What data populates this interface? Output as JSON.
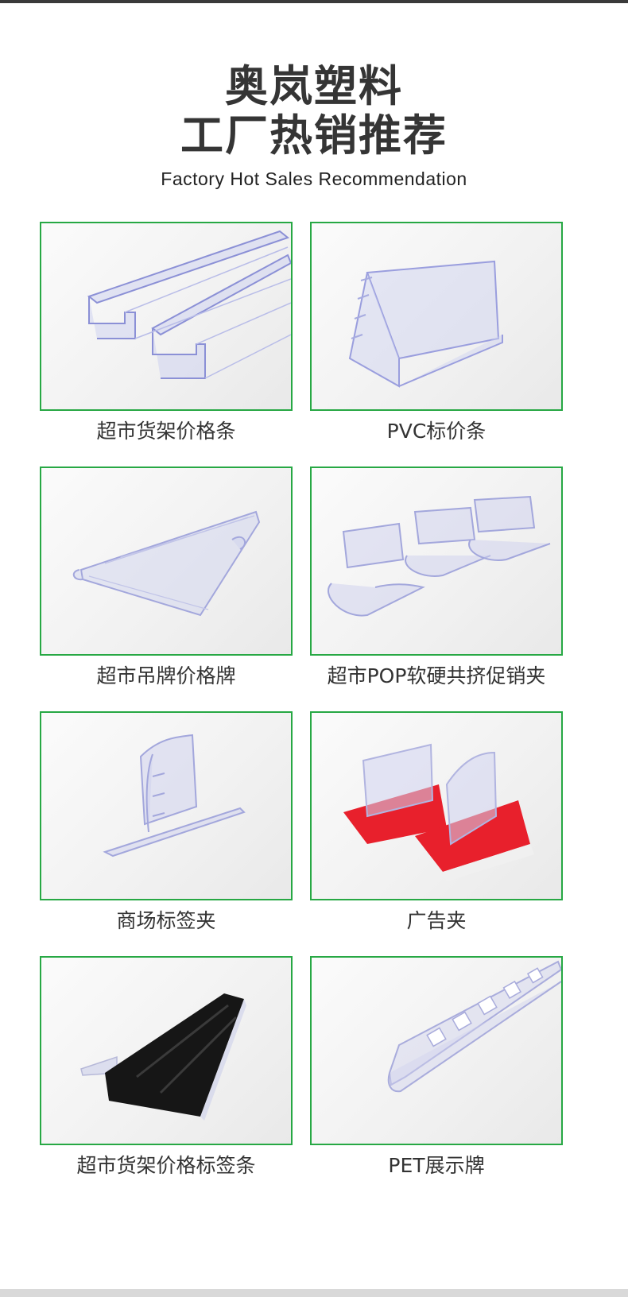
{
  "header": {
    "title_line1": "奥岚塑料",
    "title_line2": "工厂热销推荐",
    "subtitle": "Factory Hot Sales Recommendation"
  },
  "colors": {
    "card_border": "#27a844",
    "title": "#353535",
    "caption": "#333333"
  },
  "products": [
    {
      "caption": "超市货架价格条",
      "image": "clear-double-channel-strip"
    },
    {
      "caption": "PVC标价条",
      "image": "clear-triangle-label-strip"
    },
    {
      "caption": "超市吊牌价格牌",
      "image": "clear-hanging-price-tag"
    },
    {
      "caption": "超市POP软硬共挤促销夹",
      "image": "clear-pop-clips"
    },
    {
      "caption": "商场标签夹",
      "image": "clear-label-clip"
    },
    {
      "caption": "广告夹",
      "image": "adhesive-sign-clips"
    },
    {
      "caption": "超市货架价格标签条",
      "image": "black-price-label-strip"
    },
    {
      "caption": "PET展示牌",
      "image": "clear-slotted-display-strip"
    }
  ]
}
